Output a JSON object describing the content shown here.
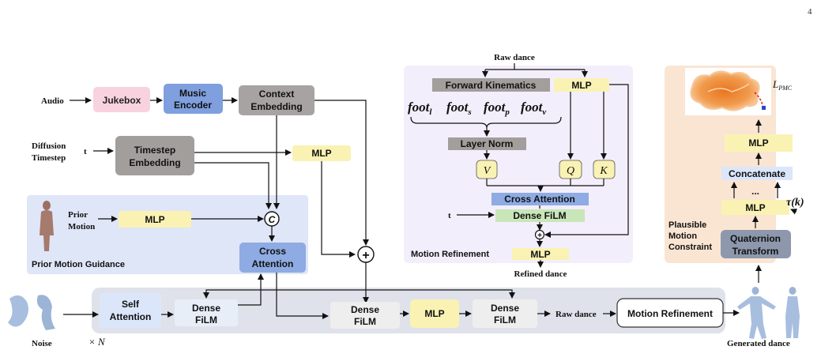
{
  "page_number": "4",
  "inputs": {
    "audio": "Audio",
    "diffusion_timestep": [
      "Diffusion",
      "Timestep"
    ],
    "t": "t",
    "prior_motion": [
      "Prior",
      "Motion"
    ],
    "noise": "Noise",
    "times_n": "× N"
  },
  "blocks": {
    "jukebox": "Jukebox",
    "music_encoder": [
      "Music",
      "Encoder"
    ],
    "context_embedding": [
      "Context",
      "Embedding"
    ],
    "timestep_embedding": [
      "Timestep",
      "Embedding"
    ],
    "mlp": "MLP",
    "concat_symbol": "C",
    "plus_symbol": "+",
    "cross_attention": [
      "Cross",
      "Attention"
    ],
    "self_attention": [
      "Self",
      "Attention"
    ],
    "dense_film": [
      "Dense",
      "FiLM"
    ],
    "raw_dance": "Raw dance",
    "motion_refinement": "Motion Refinement",
    "generated_dance": "Generated dance"
  },
  "prior_guidance": {
    "title": "Prior Motion Guidance"
  },
  "refinement_panel": {
    "title": "Motion Refinement",
    "raw_dance": "Raw dance",
    "forward_kinematics": "Forward Kinematics",
    "mlp": "MLP",
    "foot_terms": [
      "foot",
      "foot",
      "foot",
      "foot"
    ],
    "foot_subscripts": [
      "l",
      "s",
      "p",
      "v"
    ],
    "layer_norm": "Layer Norm",
    "v": "V",
    "q": "Q",
    "k": "K",
    "cross_attention": "Cross  Attention",
    "t": "t",
    "dense_film": "Dense FiLM",
    "refined_dance": "Refined dance"
  },
  "constraint_panel": {
    "title": [
      "Plausible",
      "Motion",
      "Constraint"
    ],
    "loss_main": "L",
    "loss_sub": "PMC",
    "mlp": "MLP",
    "concatenate": "Concatenate",
    "dots": "...",
    "tau": "τ(k)",
    "quaternion_transform": [
      "Quaternion",
      "Transform"
    ]
  },
  "colors": {
    "jukebox": "#f9d2df",
    "music_encoder": "#7f9fde",
    "context": "#a7a3a2",
    "timestep": "#a29e9c",
    "mlp": "#faf2b3",
    "cross_attention": "#8eabe3",
    "prior_panel": "#dfe6f7",
    "refine_panel": "#f3eefb",
    "constraint_panel": "#fae5d3",
    "main_panel": "#dfe2ea",
    "self_attention": "#dce6fb",
    "dense_film_light": "#e8eef8",
    "dense_film_green": "#c9e6b8",
    "quaternion": "#8d98ad"
  }
}
